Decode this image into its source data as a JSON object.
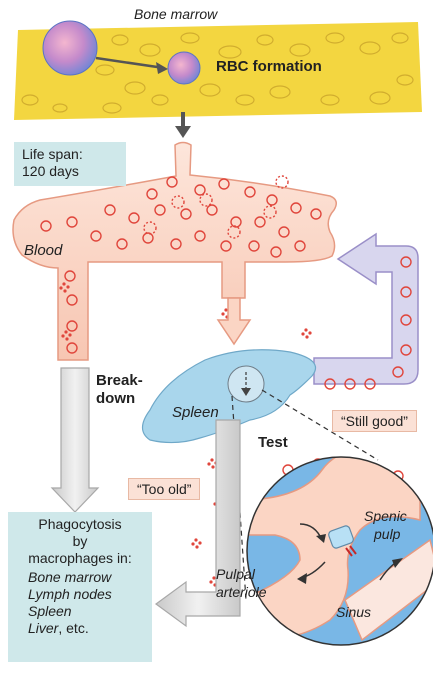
{
  "labels": {
    "bone_marrow": "Bone marrow",
    "rbc_formation": "RBC formation",
    "life_span": "Life span:",
    "life_span_days": "120 days",
    "blood": "Blood",
    "break_1": "Break-",
    "break_2": "down",
    "spleen": "Spleen",
    "test": "Test",
    "still_good": "“Still good”",
    "too_old": "“Too old”",
    "phago_1": "Phagocytosis",
    "phago_2": "by",
    "phago_3": "macrophages in:",
    "phago_items": [
      "Bone marrow",
      "Lymph nodes",
      "Spleen"
    ],
    "phago_last": "Liver",
    "phago_last_suffix": ", etc.",
    "spenic": "Spenic",
    "pulp": "pulp",
    "pulpal": "Pulpal",
    "arteriole": "arteriole",
    "sinus": "Sinus"
  },
  "colors": {
    "marrow": "#f3d640",
    "vessel": "#fbd5c4",
    "vessel_edge": "#e69a82",
    "rbc": "#e0463c",
    "spleen": "#a9d6ec",
    "box": "#cfe8ea",
    "return_arrow": "#d8d6ee",
    "grey_arrow": "#d9d9d9",
    "cell_blue": "#7aa2e0"
  }
}
